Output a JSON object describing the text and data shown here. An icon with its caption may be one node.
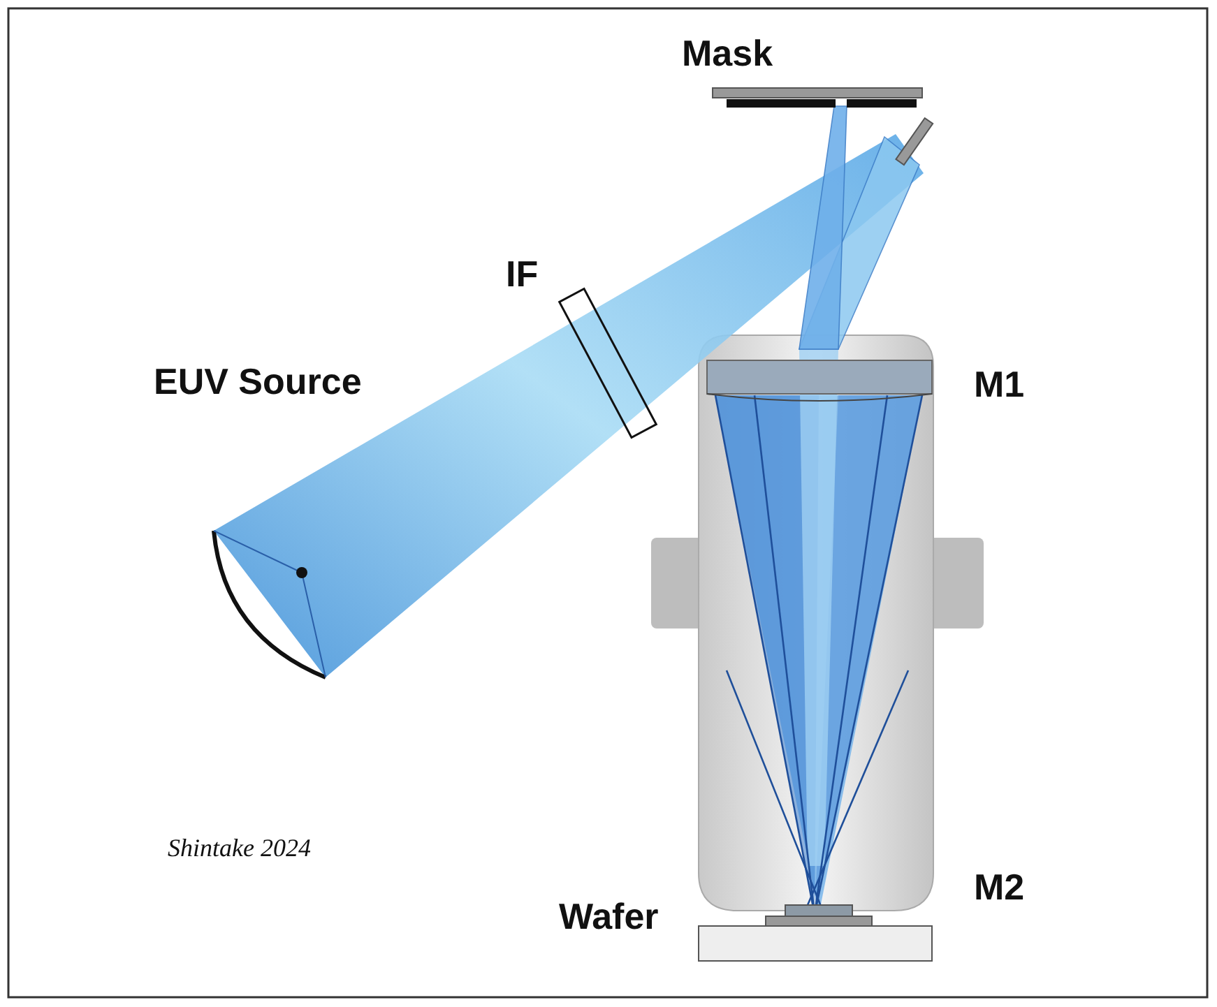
{
  "diagram": {
    "labels": [
      "Mask",
      "IF",
      "EUV Source",
      "M1",
      "M2",
      "Wafer",
      "Shintake 2024"
    ]
  }
}
